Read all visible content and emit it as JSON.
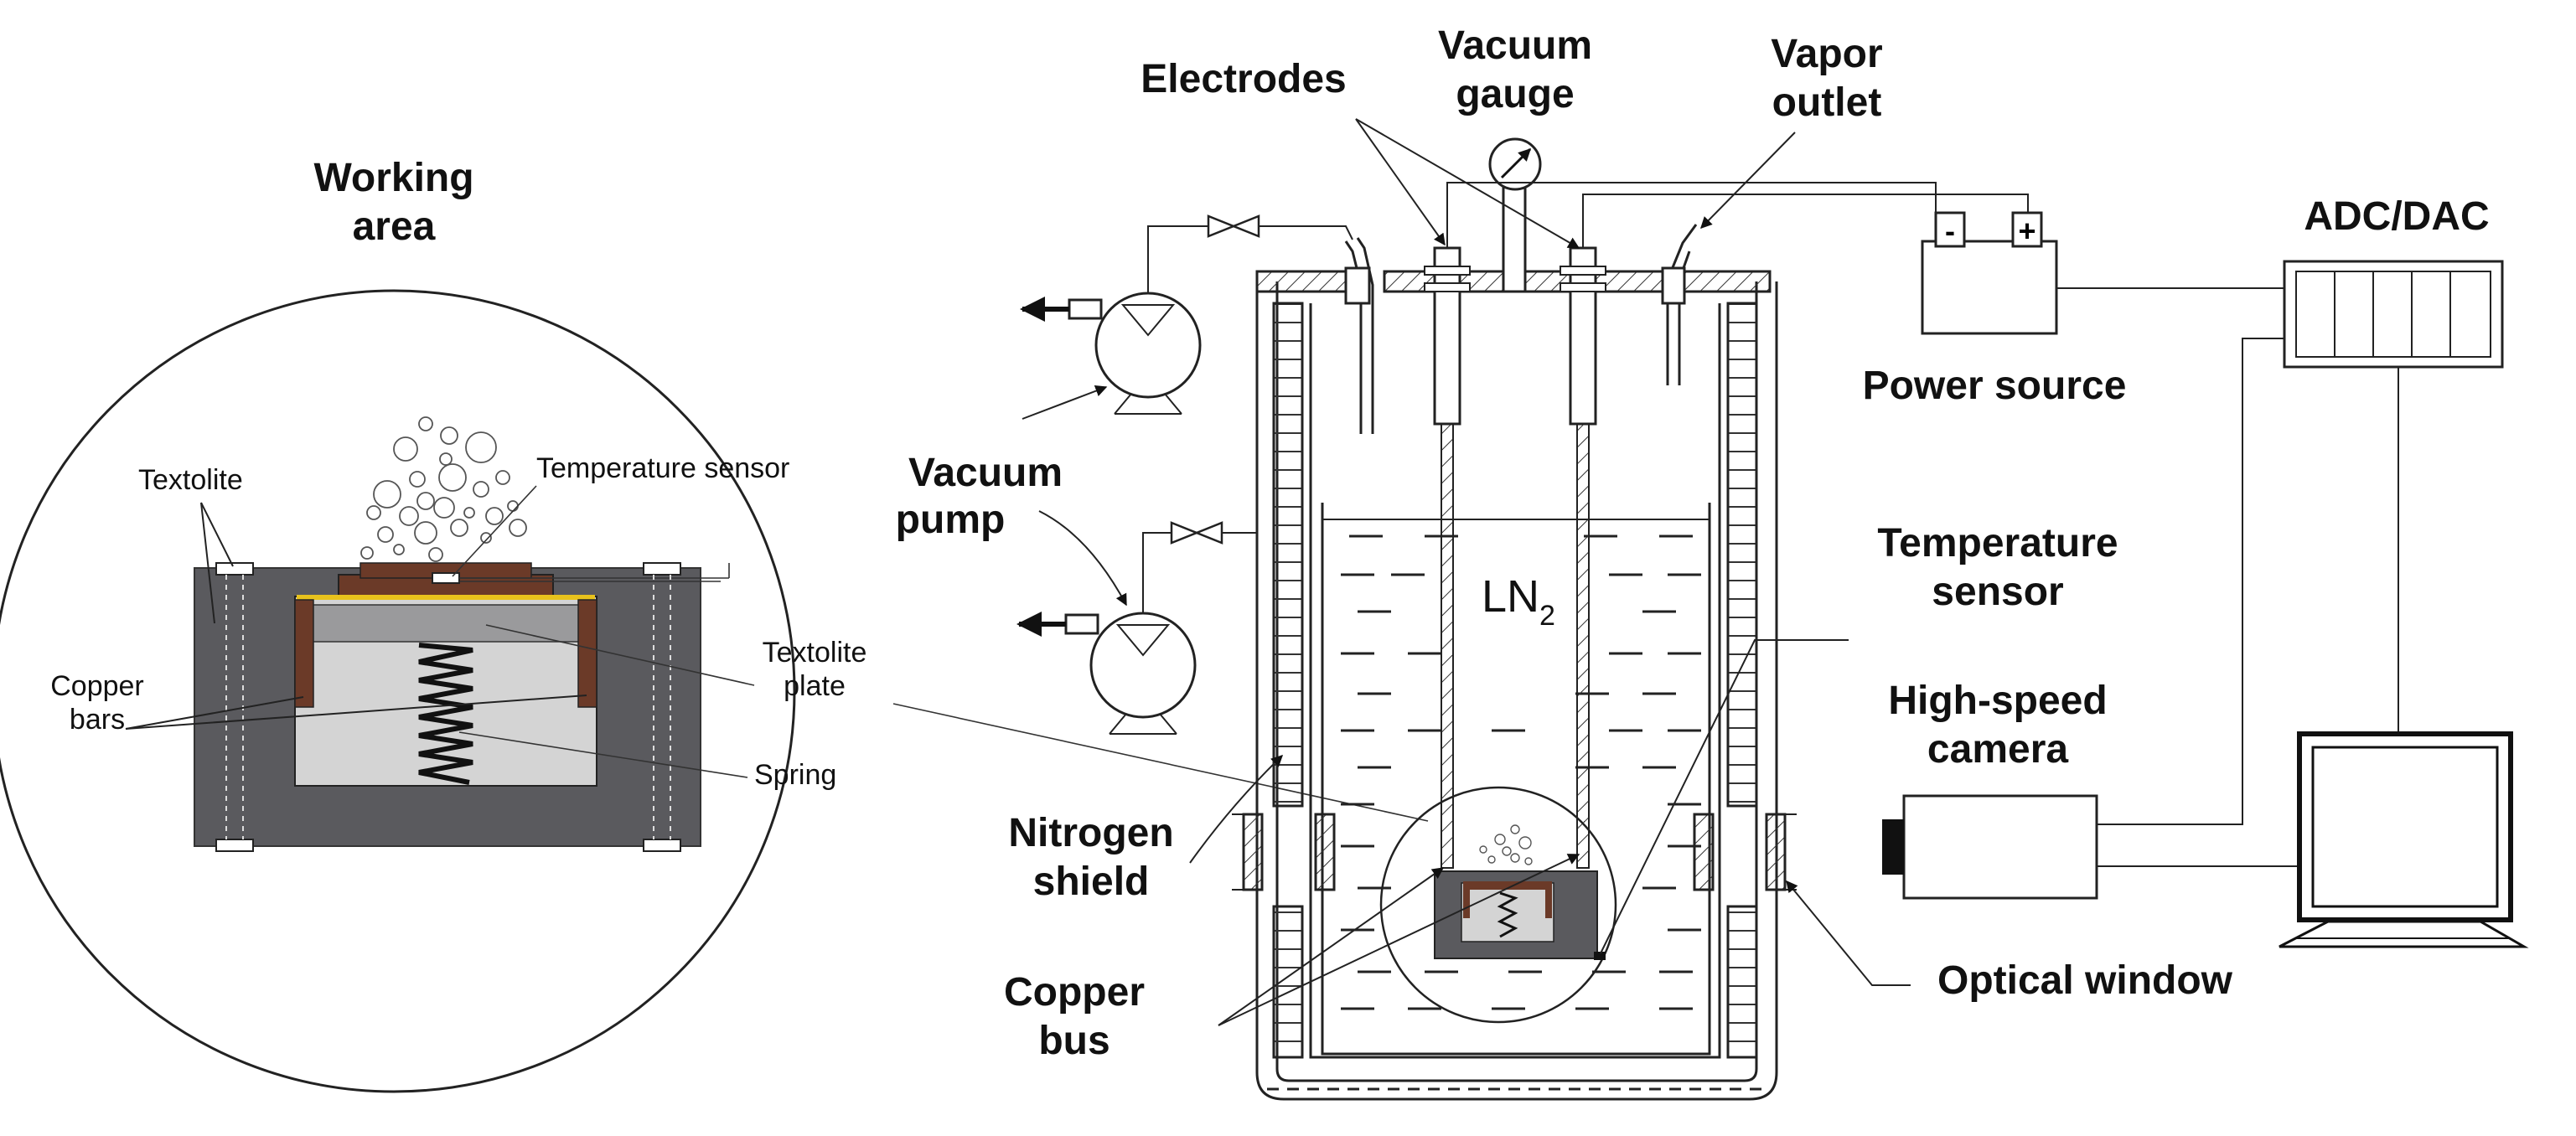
{
  "labels": {
    "working_area_1": "Working",
    "working_area_2": "area",
    "textolite": "Textolite",
    "temperature_sensor_small": "Temperature sensor",
    "textolite_plate_1": "Textolite",
    "textolite_plate_2": "plate",
    "copper_bars_1": "Copper",
    "copper_bars_2": "bars",
    "spring": "Spring",
    "electrodes": "Electrodes",
    "vacuum_gauge_1": "Vacuum",
    "vacuum_gauge_2": "gauge",
    "vapor_outlet_1": "Vapor",
    "vapor_outlet_2": "outlet",
    "adc_dac": "ADC/DAC",
    "power_source": "Power source",
    "vacuum_pump_1": "Vacuum",
    "vacuum_pump_2": "pump",
    "ln2_main": "LN",
    "ln2_sub": "2",
    "temperature_sensor_1": "Temperature",
    "temperature_sensor_2": "sensor",
    "high_speed_camera_1": "High-speed",
    "high_speed_camera_2": "camera",
    "nitrogen_shield_1": "Nitrogen",
    "nitrogen_shield_2": "shield",
    "copper_bus_1": "Copper",
    "copper_bus_2": "bus",
    "optical_window": "Optical window",
    "minus": "-",
    "plus": "+"
  },
  "colors": {
    "line": "#222222",
    "textolite_dark": "#5a5a5e",
    "chamber_light": "#d4d4d4",
    "copper": "#6b3a28",
    "sensor_yellow": "#e8c21c"
  }
}
